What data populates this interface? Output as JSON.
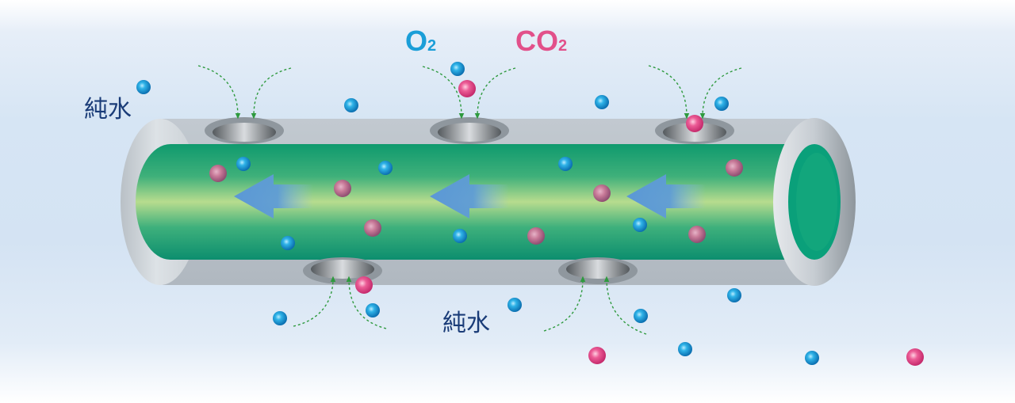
{
  "labels": {
    "water_left": "純水",
    "water_bottom": "純水",
    "o2_main": "O",
    "o2_sub": "2",
    "co2_main": "CO",
    "co2_sub": "2"
  },
  "colors": {
    "o2_text": "#1a9ed8",
    "co2_text": "#e2508a",
    "water_text": "#1a3c78",
    "oxygen_molecule": "#1a9ed8",
    "co2_molecule": "#e2508a",
    "flow_arrow": "#5b9bd5",
    "diffusion_arrow": "#2e9a3e",
    "tube_shell": "#b4bcc4",
    "tube_core": "#1aa37a"
  },
  "icons": {
    "oxygen": "blue-sphere",
    "carbon_dioxide": "pink-sphere",
    "flow": "left-arrow",
    "pore": "membrane-pore"
  }
}
